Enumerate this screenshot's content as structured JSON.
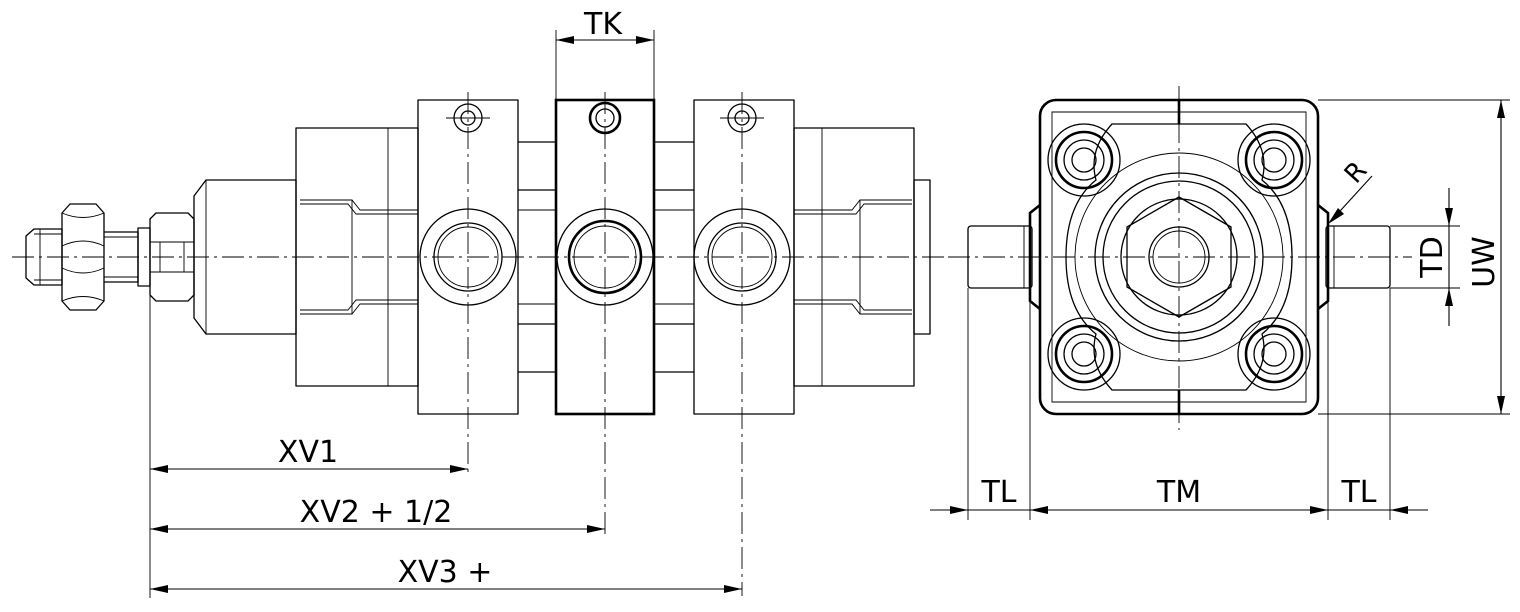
{
  "dimensions": {
    "tk": "TK",
    "xv1": "XV1",
    "xv2": "XV2 + 1/2",
    "xv3": "XV3 +",
    "tl_left": "TL",
    "tm": "TM",
    "tl_right": "TL",
    "r": "R",
    "td": "TD",
    "uw": "UW"
  }
}
